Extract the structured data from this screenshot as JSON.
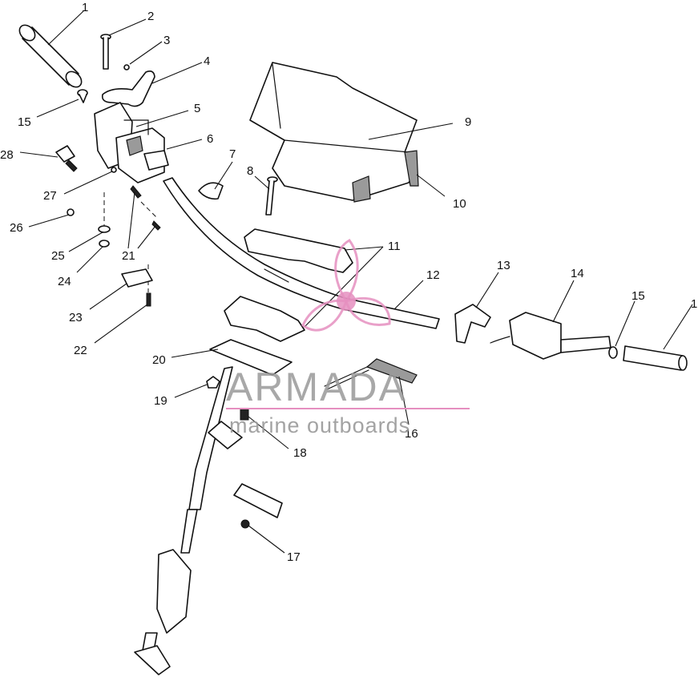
{
  "parts": [
    {
      "label": "1"
    },
    {
      "label": "2"
    },
    {
      "label": "3"
    },
    {
      "label": "4"
    },
    {
      "label": "5"
    },
    {
      "label": "6"
    },
    {
      "label": "7"
    },
    {
      "label": "8"
    },
    {
      "label": "9"
    },
    {
      "label": "10"
    },
    {
      "label": "11"
    },
    {
      "label": "12"
    },
    {
      "label": "13"
    },
    {
      "label": "14"
    },
    {
      "label": "15"
    },
    {
      "label": "16"
    },
    {
      "label": "17"
    },
    {
      "label": "18"
    },
    {
      "label": "19"
    },
    {
      "label": "20"
    },
    {
      "label": "21"
    },
    {
      "label": "22"
    },
    {
      "label": "23"
    },
    {
      "label": "24"
    },
    {
      "label": "25"
    },
    {
      "label": "26"
    },
    {
      "label": "27"
    },
    {
      "label": "28"
    },
    {
      "label": "15"
    },
    {
      "label": "1"
    }
  ],
  "watermark": {
    "brand": "ARMADA",
    "tagline": "marine outboards",
    "color": "#e58fc0"
  }
}
